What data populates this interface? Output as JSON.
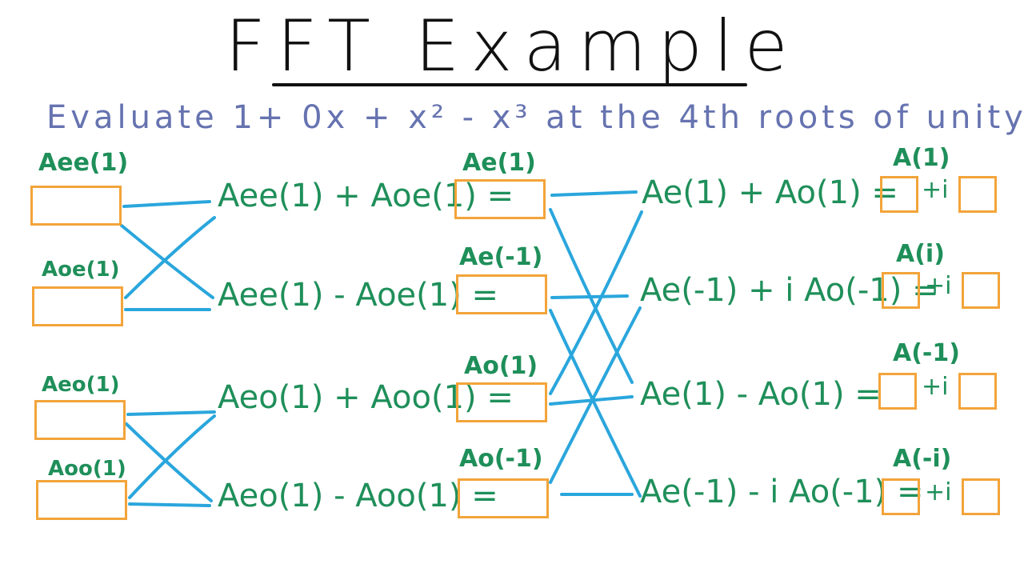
{
  "title": "FFT Example",
  "subtitle": "Evaluate  1+ 0x + x² - x³  at the 4th roots of unity.",
  "colors": {
    "box": "#f3a43a",
    "wire": "#2aa6dc",
    "green": "#1f8f5a",
    "subtitle": "#6673b0"
  },
  "left_labels": [
    "Aee(1)",
    "Aoe(1)",
    "Aeo(1)",
    "Aoo(1)"
  ],
  "left_equations": [
    "Aee(1) + Aoe(1) =",
    "Aee(1) - Aoe(1) =",
    "Aeo(1) + Aoo(1) =",
    "Aeo(1) - Aoo(1) ="
  ],
  "mid_labels": [
    "Ae(1)",
    "Ae(-1)",
    "Ao(1)",
    "Ao(-1)"
  ],
  "right_equations": [
    "Ae(1) + Ao(1) =",
    "Ae(-1) + i Ao(-1) =",
    "Ae(1) - Ao(1) =",
    "Ae(-1) - i Ao(-1) ="
  ],
  "result_labels": [
    "A(1)",
    "A(i)",
    "A(-1)",
    "A(-i)"
  ],
  "plus_i": "+i"
}
